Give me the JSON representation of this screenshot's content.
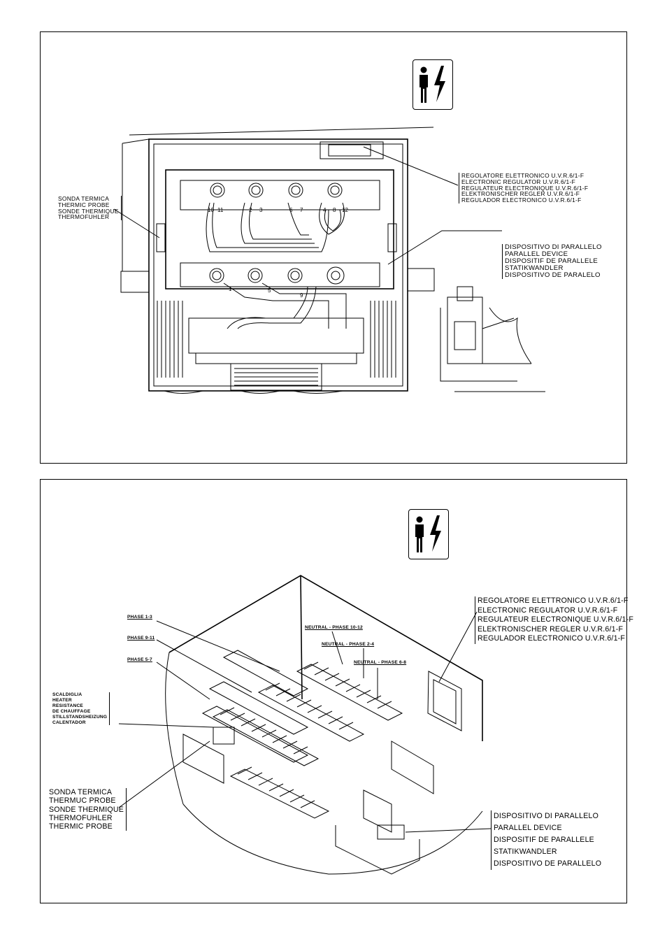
{
  "top_panel": {
    "thermal_probe": [
      "SONDA TERMICA",
      "THERMIC PROBE",
      "SONDE THERMIQUE",
      "THERMOFUHLER"
    ],
    "regulator": [
      "REGOLATORE ELETTRONICO U.V.R.6/1-F",
      "ELECTRONIC REGULATOR U.V.R.6/1-F",
      "REGULATEUR ELECTRONIQUE U.V.R.6/1-F",
      "ELEKTRONISCHER REGLER U.V.R.6/1-F",
      "REGULADOR ELECTRONICO U.V.R.6/1-F"
    ],
    "parallel_device": [
      "DISPOSITIVO DI PARALLELO",
      "PARALLEL DEVICE",
      "DISPOSITIF DE PARALLELE",
      "STATIKWANDLER",
      "DISPOSITIVO DE PARALELO"
    ],
    "terminal_numbers": [
      "10",
      "11",
      "2",
      "3",
      "6",
      "7",
      "4",
      "8",
      "12",
      "1",
      "5",
      "9"
    ]
  },
  "bottom_panel": {
    "phases": [
      "PHASE 1-3",
      "PHASE 9-11",
      "PHASE 5-7"
    ],
    "neutrals": [
      "NEUTRAL - PHASE 10-12",
      "NEUTRAL - PHASE 2-4",
      "NEUTRAL - PHASE 6-8"
    ],
    "heater": [
      "SCALDIGLIA",
      "HEATER",
      "RESISTANCE",
      "DE CHAUFFAGE",
      "STILLSTANDSHEIZUNG",
      "CALENTADOR"
    ],
    "thermal_probe": [
      "SONDA TERMICA",
      "THERMUC PROBE",
      "SONDE THERMIQUE",
      "THERMOFUHLER",
      "THERMIC PROBE"
    ],
    "regulator": [
      "REGOLATORE ELETTRONICO U.V.R.6/1-F",
      "ELECTRONIC REGULATOR U.V.R.6/1-F",
      "REGULATEUR ELECTRONIQUE U.V.R.6/1-F",
      "ELEKTRONISCHER REGLER U.V.R.6/1-F",
      "REGULADOR ELECTRONICO U.V.R.6/1-F"
    ],
    "parallel_device": [
      "DISPOSITIVO DI PARALLELO",
      "PARALLEL DEVICE",
      "DISPOSITIF DE PARALLELE",
      "STATIKWANDLER",
      "DISPOSITIVO DE PARALLELO"
    ]
  }
}
